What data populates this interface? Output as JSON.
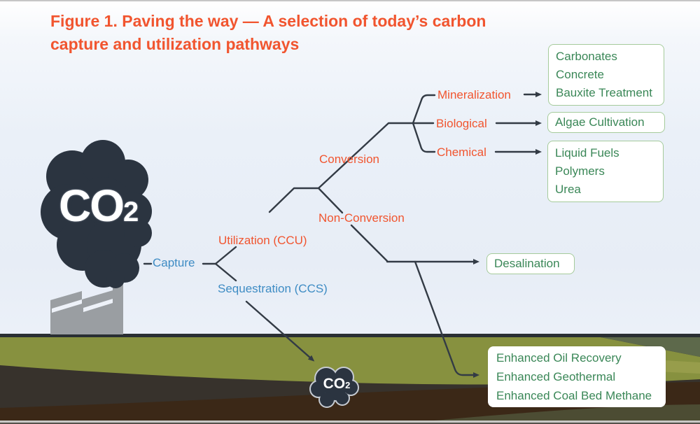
{
  "title": "Figure 1. Paving the way — A selection of today’s carbon capture and utilization pathways",
  "source_cloud": {
    "label_main": "CO",
    "label_sub": "2"
  },
  "underground_cloud": {
    "label_main": "CO",
    "label_sub": "2"
  },
  "tree": {
    "capture": "Capture",
    "utilization": "Utilization (CCU)",
    "sequestration": "Sequestration (CCS)",
    "conversion": "Conversion",
    "non_conversion": "Non-Conversion",
    "mineralization": "Mineralization",
    "biological": "Biological",
    "chemical": "Chemical"
  },
  "boxes": {
    "mineralization": {
      "items": [
        "Carbonates",
        "Concrete",
        "Bauxite Treatment"
      ]
    },
    "biological": {
      "items": [
        "Algae Cultivation"
      ]
    },
    "chemical": {
      "items": [
        "Liquid Fuels",
        "Polymers",
        "Urea"
      ]
    },
    "non_conversion_direct": {
      "items": [
        "Desalination"
      ]
    },
    "non_conversion_underground": {
      "items": [
        "Enhanced Oil Recovery",
        "Enhanced Geothermal",
        "Enhanced Coal Bed Methane"
      ]
    }
  },
  "colors": {
    "title_orange": "#F1552F",
    "branch_orange": "#F1552F",
    "label_blue": "#3E8CC4",
    "box_text_green": "#3A8757",
    "box_border_green": "#A5CB9B",
    "line_dark": "#333B45",
    "cloud_dark": "#2B3440",
    "factory_gray": "#9A9EA2",
    "sky_top": "#FFFFFF",
    "grass_olive": "#87913F",
    "soil_dark": "#37322C",
    "soil_brown": "#3B2817"
  }
}
